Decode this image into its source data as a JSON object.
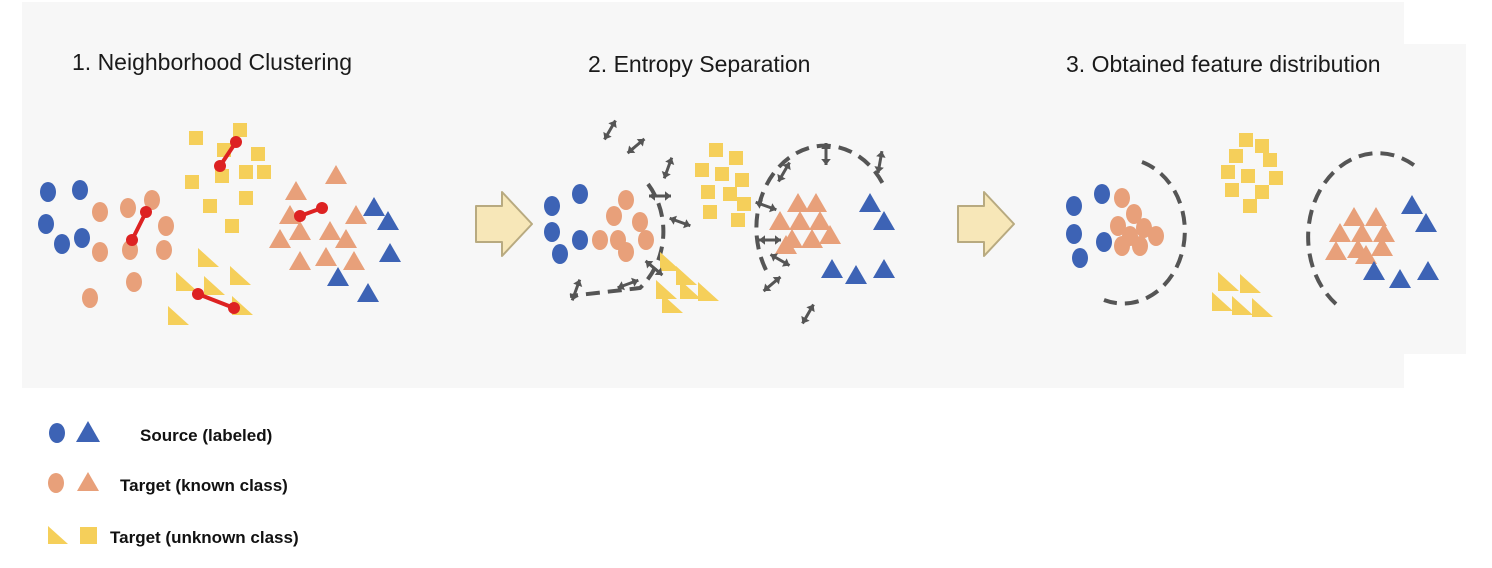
{
  "panels": [
    {
      "title": "1. Neighborhood Clustering"
    },
    {
      "title": "2. Entropy Separation"
    },
    {
      "title": "3. Obtained feature distribution"
    }
  ],
  "legend": [
    {
      "label": "Source (labeled)",
      "color": "#3d63b5",
      "icons": [
        "circle-icon",
        "triangle-icon"
      ]
    },
    {
      "label": "Target (known class)",
      "color": "#e8a07a",
      "icons": [
        "circle-icon",
        "triangle-icon"
      ]
    },
    {
      "label": "Target (unknown class)",
      "color": "#f5cf5a",
      "icons": [
        "right-triangle-icon",
        "square-icon"
      ]
    }
  ],
  "colors": {
    "source": "#3d63b5",
    "target_known": "#e8a07a",
    "target_unknown": "#f5cf5a",
    "link": "#dd2222",
    "arrow_fill": "#f7e7b8",
    "arrow_stroke": "#b8aa80",
    "dash": "#555555"
  }
}
